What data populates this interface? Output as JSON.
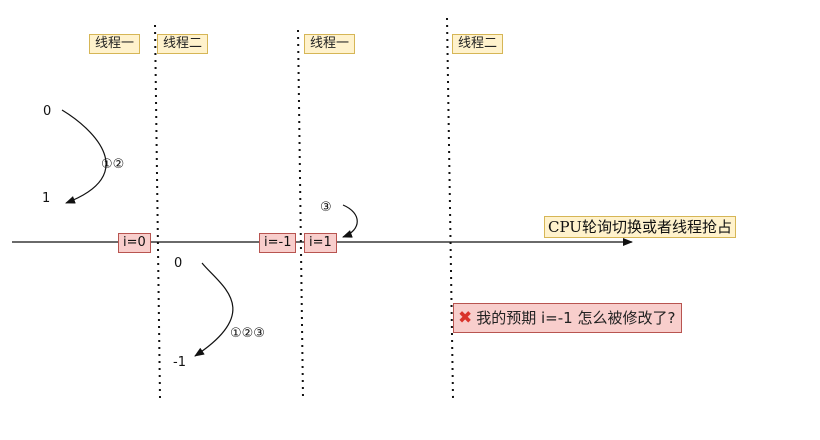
{
  "threads": {
    "t1_a": "线程一",
    "t2_a": "线程二",
    "t1_b": "线程一",
    "t2_b": "线程二"
  },
  "values": {
    "i0": "i=0",
    "im1": "i=-1",
    "i1": "i=1"
  },
  "top_curve": {
    "start": "0",
    "end": "1",
    "steps": "①②"
  },
  "bottom_curve": {
    "start": "0",
    "end": "-1",
    "steps": "①②③"
  },
  "step3": "③",
  "cpu_label": "CPU轮询切换或者线程抢占",
  "note": {
    "icon": "cross-mark-icon",
    "text": "我的预期 i=-1 怎么被修改了?"
  },
  "colors": {
    "thread_fill": "#fff2cc",
    "thread_border": "#d6b656",
    "value_fill": "#f8cecc",
    "value_border": "#b85450",
    "cross": "#d9342b"
  }
}
